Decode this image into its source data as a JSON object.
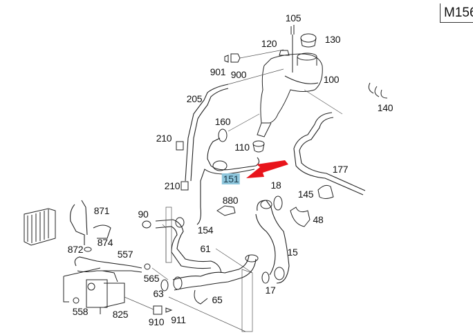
{
  "diagram": {
    "reference_code": "M156",
    "highlighted_part": "151",
    "highlight_color": "#8ec6dc",
    "arrow_color": "#e8141b",
    "part_labels": {
      "p105": "105",
      "p120": "120",
      "p130": "130",
      "p901": "901",
      "p900": "900",
      "p100": "100",
      "p140": "140",
      "p205": "205",
      "p160": "160",
      "p210a": "210",
      "p110": "110",
      "p177": "177",
      "p151": "151",
      "p18": "18",
      "p210b": "210",
      "p145": "145",
      "p880": "880",
      "p871": "871",
      "p48": "48",
      "p90": "90",
      "p154": "154",
      "p874": "874",
      "p872": "872",
      "p61": "61",
      "p557": "557",
      "p15": "15",
      "p565": "565",
      "p63": "63",
      "p17": "17",
      "p65": "65",
      "p558": "558",
      "p825": "825",
      "p910": "910",
      "p911": "911"
    }
  }
}
